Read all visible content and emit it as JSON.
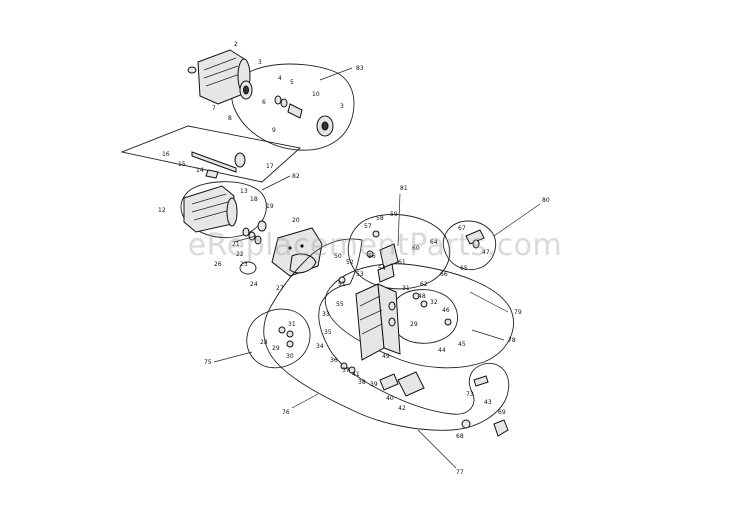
{
  "watermark": "eReplacementParts.com",
  "labels": {
    "l2": "2",
    "l3a": "3",
    "l83": "83",
    "l4": "4",
    "l5": "5",
    "l10": "10",
    "l6": "6",
    "l7": "7",
    "l8": "8",
    "l9": "9",
    "l3b": "3",
    "l16": "16",
    "l15": "15",
    "l17": "17",
    "l14": "14",
    "l82": "82",
    "l13": "13",
    "l18": "18",
    "l19": "19",
    "l12": "12",
    "l20": "20",
    "l21": "21",
    "l22": "22",
    "l23": "23",
    "l26": "26",
    "l24": "24",
    "l27": "27",
    "l81": "81",
    "l80": "80",
    "l58": "58",
    "l59": "59",
    "l57": "57",
    "l60": "60",
    "l67": "67",
    "l47": "47",
    "l50": "50",
    "l52": "52",
    "l53": "53",
    "l54": "54",
    "l56": "56",
    "l51": "51",
    "l64": "64",
    "l66": "66",
    "l65": "65",
    "l62": "62",
    "l61": "61",
    "l55": "55",
    "l31a": "31",
    "l48": "48",
    "l32": "32",
    "l46": "46",
    "l79": "79",
    "l29a": "29",
    "l78": "78",
    "l33": "33",
    "l31b": "31",
    "l28": "28",
    "l29b": "29",
    "l30": "30",
    "l35": "35",
    "l34": "34",
    "l36": "36",
    "l37": "37",
    "l41": "41",
    "l38": "38",
    "l39": "39",
    "l49": "49",
    "l44": "44",
    "l45": "45",
    "l75": "75",
    "l40": "40",
    "l42": "42",
    "l73": "73",
    "l43": "43",
    "l76": "76",
    "l69": "69",
    "l68": "68",
    "l77": "77"
  }
}
